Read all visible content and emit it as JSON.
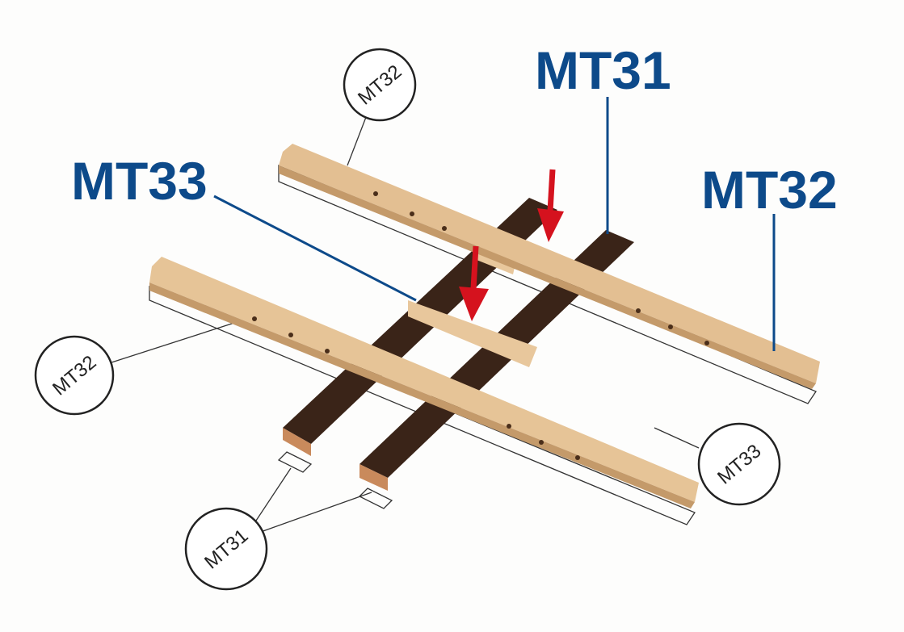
{
  "labels": {
    "mt31": "MT31",
    "mt32": "MT32",
    "mt33": "MT33"
  },
  "plan_callouts": {
    "top_left": "MT32",
    "left": "MT32",
    "right": "MT33",
    "bottom": "MT31"
  },
  "colors": {
    "label_blue": "#0d4a8a",
    "arrow_red": "#d5121e",
    "light_wood": "#e3bf92",
    "dark_wood": "#3a2418"
  }
}
